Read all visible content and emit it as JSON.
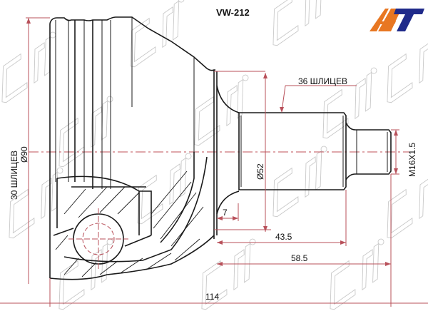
{
  "part_number": "VW-212",
  "logo": {
    "text": "AT",
    "colors": {
      "left": "#e87722",
      "right": "#1f2a8a"
    }
  },
  "watermark": {
    "text": "SAT",
    "symbol": "®",
    "color": "#c9c9c9"
  },
  "colors": {
    "outline": "#1a1a1a",
    "dimension": "#b8505a",
    "centerline": "#c0505a"
  },
  "annotations": {
    "outer_splines": "30 ШЛИЦЕВ",
    "outer_diameter": "Ø90",
    "inner_splines": "36 ШЛИЦЕВ",
    "shaft_diameter": "Ø52",
    "thread": "M16X1.5",
    "dim_7": "7",
    "dim_43_5": "43.5",
    "dim_58_5": "58.5",
    "dim_114": "114"
  }
}
